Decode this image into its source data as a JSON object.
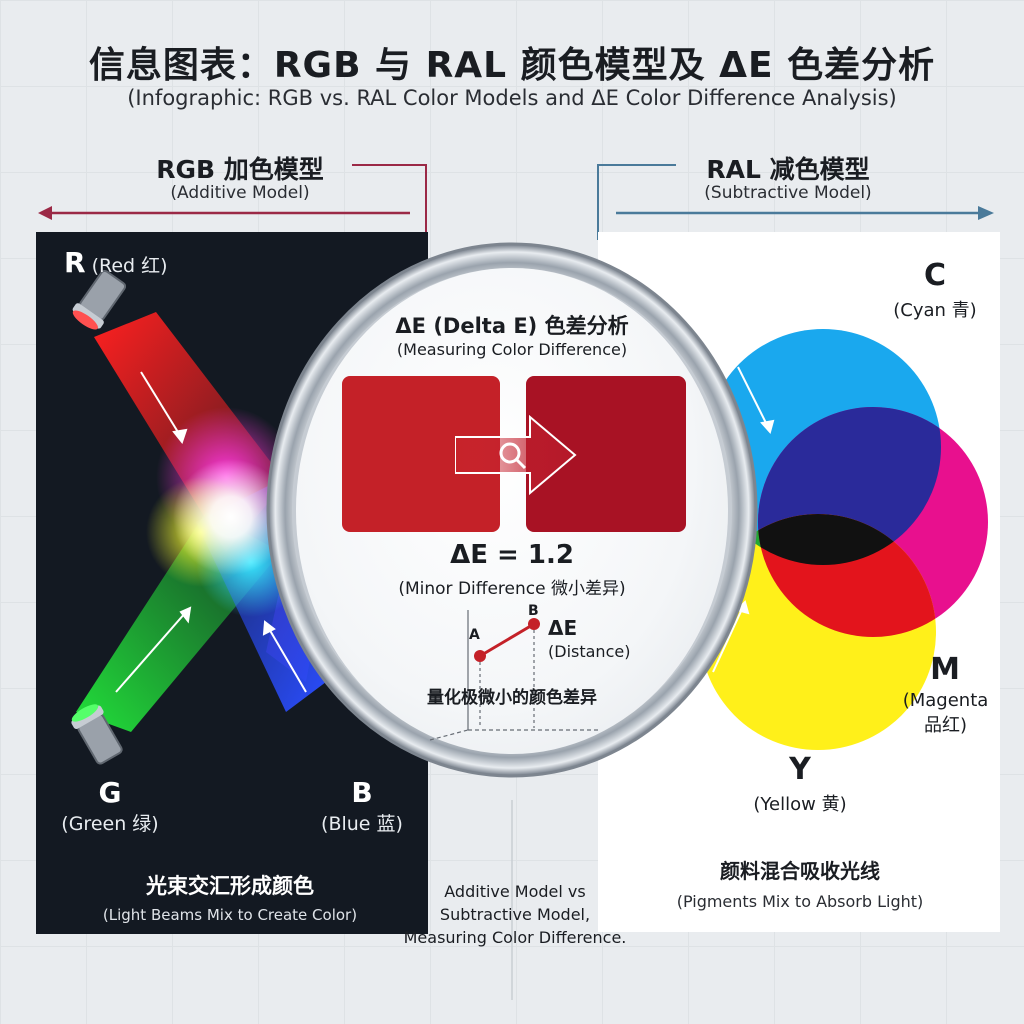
{
  "header": {
    "title": "信息图表：RGB 与 RAL 颜色模型及 ΔE 色差分析",
    "subtitle": "(Infographic: RGB vs. RAL Color Models and ΔE Color Difference Analysis)"
  },
  "rgb": {
    "title": "RGB 加色模型",
    "subtitle": "(Additive Model)",
    "red": {
      "letter": "R",
      "label": "(Red 红)",
      "color": "#ff2020"
    },
    "green": {
      "letter": "G",
      "label": "(Green 绿)",
      "color": "#22e03a"
    },
    "blue": {
      "letter": "B",
      "label": "(Blue 蓝)",
      "color": "#2a4dff"
    },
    "caption": "光束交汇形成颜色",
    "caption_sub": "(Light Beams Mix to Create Color)"
  },
  "ral": {
    "title": "RAL 减色模型",
    "subtitle": "(Subtractive Model)",
    "cyan": {
      "letter": "C",
      "label": "(Cyan 青)",
      "color": "#1aa8ee"
    },
    "magenta": {
      "letter": "M",
      "label_line1": "(Magenta",
      "label_line2": "品红)",
      "color": "#e8108e"
    },
    "yellow": {
      "letter": "Y",
      "label": "(Yellow 黄)",
      "color": "#fff01a"
    },
    "caption": "颜料混合吸收光线",
    "caption_sub": "(Pigments Mix to Absorb Light)"
  },
  "delta_e": {
    "title": "ΔE (Delta E) 色差分析",
    "subtitle": "(Measuring Color Difference)",
    "swatch_a_color": "#c42128",
    "swatch_b_color": "#a81224",
    "value": "ΔE = 1.2",
    "value_note": "(Minor Difference 微小差异)",
    "point_a": "A",
    "point_b": "B",
    "distance_label": "ΔE",
    "distance_sub": "(Distance)",
    "quantify": "量化极微小的颜色差异"
  },
  "bottom_caption": {
    "line1": "Additive Model vs",
    "line2": "Subtractive Model,",
    "line3": "Measuring Color Difference."
  },
  "colors": {
    "accent_left": "#9b2946",
    "accent_right": "#4a7a9a"
  }
}
